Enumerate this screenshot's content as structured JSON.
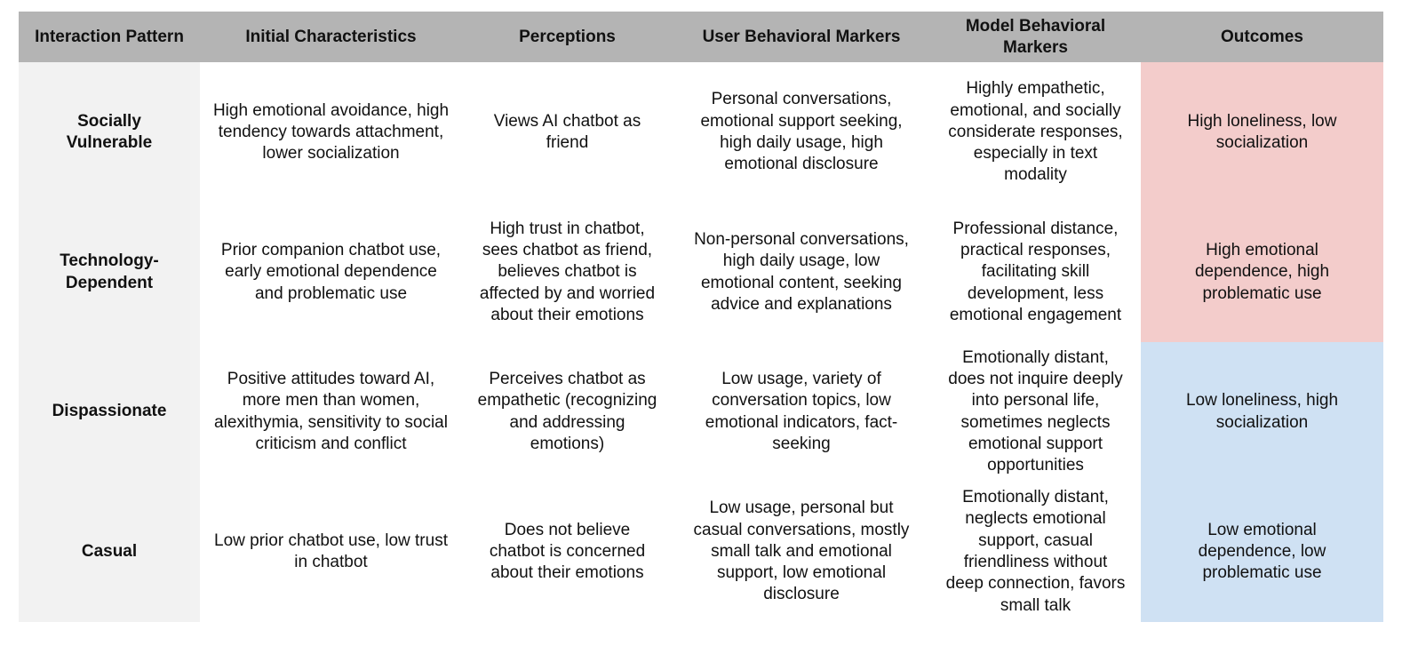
{
  "table": {
    "headers": [
      "Interaction Pattern",
      "Initial Characteristics",
      "Perceptions",
      "User Behavioral Markers",
      "Model Behavioral Markers",
      "Outcomes"
    ],
    "rows": [
      {
        "pattern": "Socially Vulnerable",
        "initial": "High emotional avoidance, high tendency towards attachment, lower socialization",
        "perceptions": "Views AI chatbot as friend",
        "user_markers": "Personal conversations, emotional support seeking, high daily usage, high emotional disclosure",
        "model_markers": "Highly empathetic, emotional, and socially considerate responses, especially in text modality",
        "outcomes": "High loneliness, low socialization"
      },
      {
        "pattern": "Technology-Dependent",
        "initial": "Prior companion chatbot use, early emotional dependence and problematic use",
        "perceptions": "High trust in chatbot, sees chatbot as friend, believes chatbot is affected by and worried about their emotions",
        "user_markers": "Non-personal conversations, high daily usage, low emotional content, seeking advice and explanations",
        "model_markers": "Professional distance, practical responses, facilitating skill development, less emotional engagement",
        "outcomes": "High emotional dependence, high problematic use"
      },
      {
        "pattern": "Dispassionate",
        "initial": "Positive attitudes toward AI, more men than women, alexithymia, sensitivity to social criticism and conflict",
        "perceptions": "Perceives chatbot as empathetic (recognizing and addressing emotions)",
        "user_markers": "Low usage, variety of conversation topics, low emotional indicators, fact-seeking",
        "model_markers": "Emotionally distant, does not inquire deeply into personal life, sometimes neglects emotional support opportunities",
        "outcomes": "Low loneliness, high socialization"
      },
      {
        "pattern": "Casual",
        "initial": "Low prior chatbot use, low trust in chatbot",
        "perceptions": "Does not believe chatbot is concerned about their emotions",
        "user_markers": "Low usage, personal but casual conversations, mostly small talk and emotional support, low emotional disclosure",
        "model_markers": "Emotionally distant, neglects emotional support, casual friendliness without deep connection, favors small talk",
        "outcomes": "Low emotional dependence, low problematic use"
      }
    ]
  },
  "colors": {
    "header_bg": "#b4b4b4",
    "pattern_col_bg": "#f2f2f2",
    "outcome_negative": "#f3cccb",
    "outcome_positive": "#cfe1f3"
  }
}
